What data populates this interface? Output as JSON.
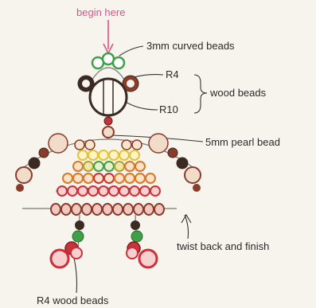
{
  "labels": {
    "begin_here": "begin here",
    "curved_beads": "3mm curved beads",
    "r4": "R4",
    "r10": "R10",
    "wood_beads": "wood beads",
    "pearl_bead": "5mm pearl bead",
    "twist_back": "twist back and finish",
    "r4_wood_beads": "R4 wood beads"
  },
  "colors": {
    "pink": "#e0508a",
    "green_bead": "#3fa04a",
    "brown_bead": "#8a3b2a",
    "dark_bead": "#3a2a22",
    "yellow_bead": "#e2c23a",
    "orange_bead": "#d47a2a",
    "red_bead": "#c8323a",
    "pale_bead": "#f0dcc8"
  }
}
